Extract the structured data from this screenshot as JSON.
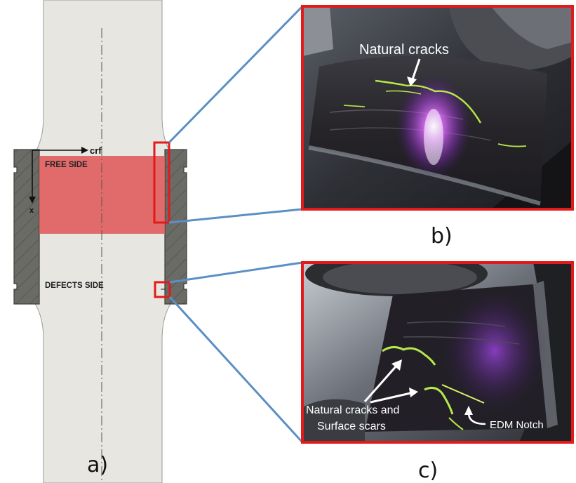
{
  "diagram": {
    "axis_x_label": "crf",
    "axis_y_label": "x",
    "free_side_label": "FREE SIDE",
    "defects_side_label": "DEFECTS SIDE"
  },
  "photo_b": {
    "annotation": "Natural cracks"
  },
  "photo_c": {
    "annotation_line1": "Natural cracks and",
    "annotation_line2": "Surface scars",
    "notch_label": "EDM Notch"
  },
  "labels": {
    "a": "a)",
    "b": "b)",
    "c": "c)"
  },
  "colors": {
    "specimen": "#e7e6e1",
    "grip": "#6b6b66",
    "free_side_band": "#e0595a",
    "frame_red": "#e31a1a",
    "leader_blue": "#5b8fc5",
    "crack_green": "#b6e84c",
    "uv_purple": "#c24bff"
  }
}
